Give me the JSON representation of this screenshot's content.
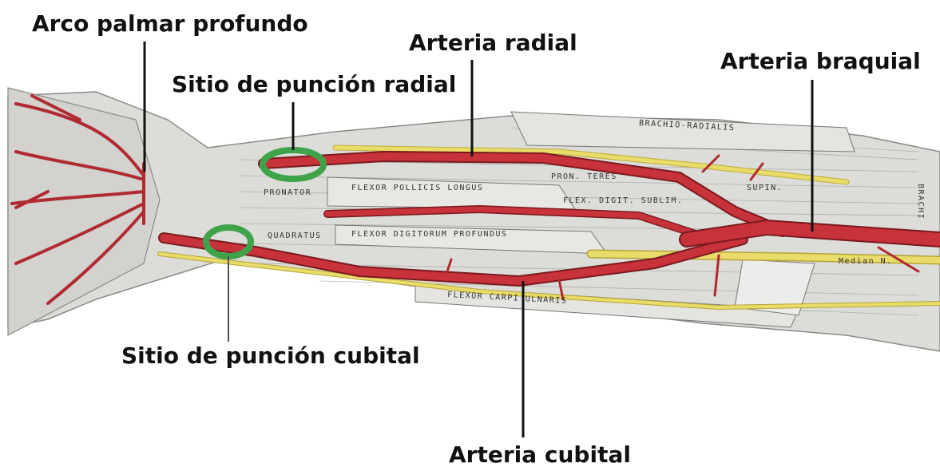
{
  "labels": {
    "deep_palmar_arch": "Arco palmar profundo",
    "radial_artery": "Arteria radial",
    "brachial_artery": "Arteria braquial",
    "radial_puncture_site": "Sitio de punción radial",
    "ulnar_puncture_site": "Sitio de punción cubital",
    "ulnar_artery": "Arteria cubital"
  },
  "engraving_text": {
    "brachioradialis": "BRACHIO-RADIALIS",
    "pronator_quadratus_upper": "PRONATOR",
    "quadratus": "QUADRATUS",
    "flexor_pollicis_longus": "FLEXOR  POLLICIS  LONGUS",
    "flexor_digitorum_profundus": "FLEXOR  DIGITORUM  PROFUNDUS",
    "flexor_carpi_ulnaris": "FLEXOR   CARPI   ULNARIS",
    "median_nerve": "Median N.",
    "pron_teres": "PRON.  TERES",
    "flex_digit_sublim": "FLEX. DIGIT. SUBLIM.",
    "supinator": "SUPIN.",
    "brachialis": "BRACHI"
  },
  "colors": {
    "artery": "#c8323a",
    "nerve": "#e8dc6a",
    "marker": "#3fa34a",
    "muscle": "#d9d9d6",
    "leader": "#111111"
  }
}
